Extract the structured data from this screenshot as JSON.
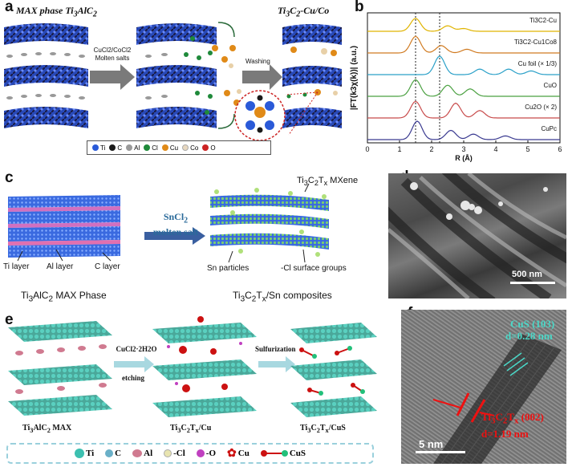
{
  "panels": {
    "a": {
      "label": "a",
      "title_left": "MAX phase Ti3AlC2",
      "title_right": "Ti3C2-Cu/Co",
      "arrow1_line1": "CuCl2/CoCl2",
      "arrow1_line2": "Molten salts",
      "arrow2": "Washing",
      "legend": [
        {
          "name": "Ti",
          "color": "#2a5ad8"
        },
        {
          "name": "C",
          "color": "#1a1a1a"
        },
        {
          "name": "Al",
          "color": "#9a9a9a"
        },
        {
          "name": "Cl",
          "color": "#1f8a3a"
        },
        {
          "name": "Cu",
          "color": "#e08a18"
        },
        {
          "name": "Co",
          "color": "#e8d8c0"
        },
        {
          "name": "O",
          "color": "#cc2222"
        }
      ]
    },
    "b": {
      "label": "b"
    },
    "c": {
      "label": "c",
      "top_right": "Ti3C2Tx MXene",
      "arrow_line1": "SnCl2",
      "arrow_line2": "molten salt",
      "layer_ti": "Ti layer",
      "layer_al": "Al layer",
      "layer_c": "C layer",
      "sn_particles": "Sn particles",
      "cl_groups": "-Cl surface groups",
      "caption_left": "Ti3AlC2 MAX Phase",
      "caption_right": "Ti3C2Tx/Sn composites"
    },
    "d": {
      "label": "d",
      "scalebar": "500 nm"
    },
    "e": {
      "label": "e",
      "arrow1_line1": "CuCl2·2H2O",
      "arrow1_line2": "etching",
      "arrow2": "Sulfurization",
      "caption1": "Ti3AlC2 MAX",
      "caption2": "Ti3C2Tx/Cu",
      "caption3": "Ti3C2Tx/CuS",
      "legend": [
        {
          "name": "Ti",
          "color": "#3cc0b0"
        },
        {
          "name": "C",
          "color": "#6ab0c8"
        },
        {
          "name": "Al",
          "color": "#d07a90"
        },
        {
          "name": "-Cl",
          "color": "#e8e4b0"
        },
        {
          "name": "-O",
          "color": "#c040c0"
        },
        {
          "name": "Cu",
          "color": "#cc1111"
        },
        {
          "name": "CuS",
          "color": "#cc1111"
        }
      ]
    },
    "f": {
      "label": "f",
      "cus_line1": "CuS (103)",
      "cus_line2": "d=0.28 nm",
      "ti_line1": "Ti3C2Tx (002)",
      "ti_line2": "d=1.19 nm",
      "scalebar": "5 nm"
    }
  },
  "chart_data": {
    "type": "line",
    "xlabel": "R (Å)",
    "ylabel": "|FT(k3χ(k))| (a.u.)",
    "xlim": [
      0,
      6
    ],
    "xticks": [
      "0",
      "1",
      "2",
      "3",
      "4",
      "5",
      "6"
    ],
    "dashed_lines_x": [
      1.5,
      2.25
    ],
    "grid": false,
    "series": [
      {
        "name": "Ti3C2-Cu",
        "color": "#e0b400",
        "peaks": [
          [
            1.5,
            0.7
          ],
          [
            2.5,
            0.3
          ],
          [
            3.0,
            0.15
          ]
        ]
      },
      {
        "name": "Ti3C2-Cu1Co8",
        "color": "#d07a20",
        "peaks": [
          [
            1.5,
            0.9
          ],
          [
            2.3,
            0.4
          ],
          [
            3.1,
            0.2
          ]
        ]
      },
      {
        "name": "Cu foil (× 1/3)",
        "color": "#2aa0c8",
        "peaks": [
          [
            2.25,
            1.0
          ],
          [
            3.5,
            0.3
          ],
          [
            4.4,
            0.3
          ],
          [
            5.1,
            0.2
          ]
        ]
      },
      {
        "name": "CuO",
        "color": "#4aa040",
        "peaks": [
          [
            1.5,
            0.9
          ],
          [
            2.5,
            0.6
          ],
          [
            3.2,
            0.4
          ]
        ]
      },
      {
        "name": "Cu2O (× 2)",
        "color": "#c84a4a",
        "peaks": [
          [
            1.5,
            0.9
          ],
          [
            2.75,
            0.8
          ],
          [
            3.5,
            0.4
          ]
        ]
      },
      {
        "name": "CuPc",
        "color": "#3a3a90",
        "peaks": [
          [
            1.55,
            1.0
          ],
          [
            2.6,
            0.5
          ],
          [
            3.3,
            0.3
          ],
          [
            4.3,
            0.2
          ]
        ]
      }
    ]
  }
}
